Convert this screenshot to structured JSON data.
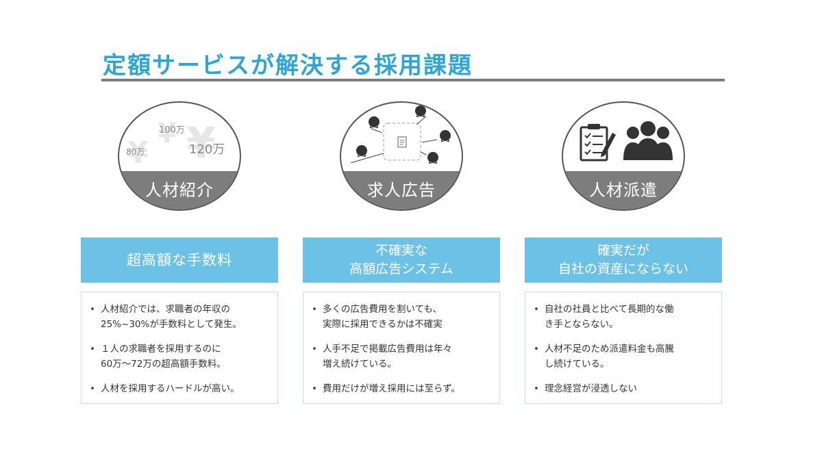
{
  "title": "定額サービスが解決する採用課題",
  "columns": [
    {
      "badge_label": "人材紹介",
      "badge_amounts": [
        "80万",
        "100万",
        "120万"
      ],
      "heading": [
        "超高額な手数料"
      ],
      "bullets": [
        [
          "人材紹介では、求職者の年収の",
          "25%~30%が手数料として発生。"
        ],
        [
          "１人の求職者を採用するのに",
          "60万〜72万の超高額手数料。"
        ],
        [
          "人材を採用するハードルが高い。"
        ]
      ]
    },
    {
      "badge_label": "求人広告",
      "heading": [
        "不確実な",
        "高額広告システム"
      ],
      "bullets": [
        [
          "多くの広告費用を割いても、",
          "実際に採用できるかは不確実"
        ],
        [
          "人手不足で掲載広告費用は年々",
          "増え続けている。"
        ],
        [
          "費用だけが増え採用には至らず。"
        ]
      ]
    },
    {
      "badge_label": "人材派遣",
      "heading": [
        "確実だが",
        "自社の資産にならない"
      ],
      "bullets": [
        [
          "自社の社員と比べて長期的な働",
          "き手とならない。"
        ],
        [
          "人材不足のため派遣料金も高騰",
          "し続けている。"
        ],
        [
          "理念経営が浸透しない"
        ]
      ]
    }
  ],
  "colors": {
    "title": "#2aa6d8",
    "header_fill": "#6cc2e6",
    "band": "#7d7d7d",
    "rule": "#7d7d7d"
  },
  "icons": [
    "yen-icon",
    "document-icon",
    "person-head-icon",
    "clipboard-checklist-icon",
    "people-group-icon"
  ]
}
